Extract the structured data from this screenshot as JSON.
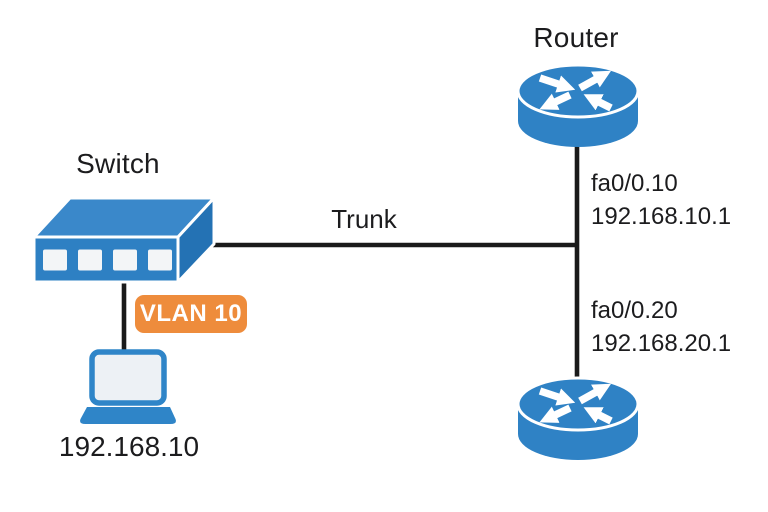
{
  "devices": {
    "router": {
      "label": "Router"
    },
    "router_bottom": {
      "label": ""
    },
    "switch": {
      "label": "Switch"
    },
    "host": {
      "ip_label": "192.168.10"
    }
  },
  "links": {
    "trunk": {
      "label": "Trunk"
    },
    "access": {
      "vlan_badge": "VLAN 10"
    }
  },
  "subinterfaces": [
    {
      "name": "fa0/0.10",
      "ip": "192.168.10.1"
    },
    {
      "name": "fa0/0.20",
      "ip": "192.168.20.1"
    }
  ],
  "colors": {
    "device_blue": "#2f82c5",
    "vlan_orange": "#ee8c3c",
    "line_black": "#1a1a1a"
  }
}
